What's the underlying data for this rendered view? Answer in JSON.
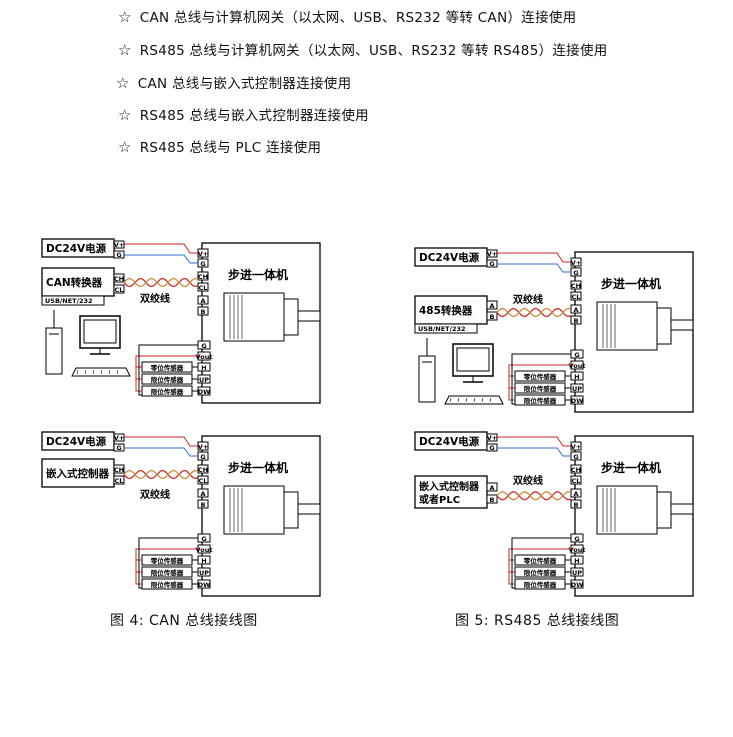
{
  "bullets": [
    {
      "star": "☆",
      "text": "CAN 总线与计算机网关（以太网、USB、RS232 等转 CAN）连接使用"
    },
    {
      "star": "☆",
      "text": "RS485 总线与计算机网关（以太网、USB、RS232 等转 RS485）连接使用"
    },
    {
      "star": "☆",
      "text": "CAN 总线与嵌入式控制器连接使用"
    },
    {
      "star": "☆",
      "text": "RS485 总线与嵌入式控制器连接使用"
    },
    {
      "star": "☆",
      "text": "RS485 总线与 PLC 连接使用"
    }
  ],
  "labels": {
    "power": "DC24V电源",
    "can_converter": "CAN转换器",
    "rs485_converter": "485转换器",
    "embedded": "嵌入式控制器",
    "embedded_plc_1": "嵌入式控制器",
    "embedded_plc_2": "或者PLC",
    "usb_net": "USB/NET/232",
    "twisted_pair": "双绞线",
    "motor_title": "步进一体机",
    "zero_sensor": "零位传感器",
    "limit_sensor": "限位传感器",
    "pins": {
      "vplus": "V+",
      "g": "G",
      "ch": "CH",
      "cl": "CL",
      "a": "A",
      "b": "B",
      "vout": "Vout",
      "h": "H",
      "up": "UP",
      "dw": "DW"
    }
  },
  "captions": {
    "fig4": "图 4: CAN 总线接线图",
    "fig5": "图 5: RS485 总线接线图"
  },
  "colors": {
    "red_wire": "#d42020",
    "blue_wire": "#2a6fd6",
    "line": "#000000"
  }
}
